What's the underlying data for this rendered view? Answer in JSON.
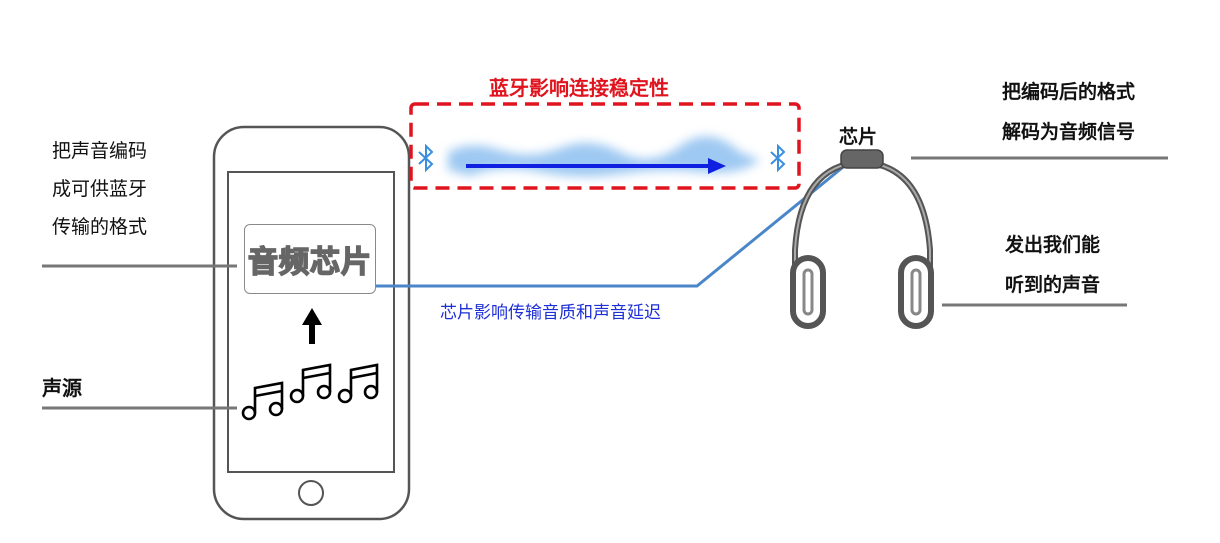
{
  "diagram": {
    "phone": {
      "left_caption": [
        "把声音编码",
        "成可供蓝牙",
        "传输的格式"
      ],
      "chip_label": "音频芯片",
      "source_label": "声源"
    },
    "bluetooth": {
      "title": "蓝牙影响连接稳定性",
      "icon": "bluetooth-icon"
    },
    "link_caption": "芯片影响传输音质和声音延迟",
    "headphone": {
      "chip_label": "芯片",
      "decode_caption": [
        "把编码后的格式",
        "解码为音频信号"
      ],
      "output_caption": [
        "发出我们能",
        "听到的声音"
      ]
    },
    "colors": {
      "red_dash": "#e0141e",
      "blue_arrow": "#1020e0",
      "link_line": "#4a86c8",
      "signal_blur": "#8ec0f0",
      "outline": "#555555"
    }
  }
}
